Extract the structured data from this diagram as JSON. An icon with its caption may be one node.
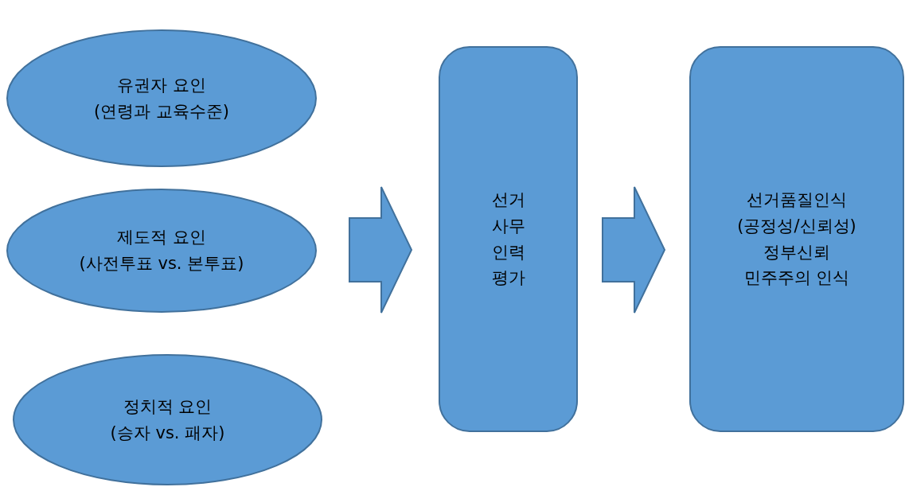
{
  "diagram": {
    "nodes": [
      {
        "text": [
          "유권자 요인",
          "(연령과 교육수준)"
        ]
      },
      {
        "text": [
          "제도적 요인",
          "(사전투표 vs. 본투표)"
        ]
      },
      {
        "text": [
          "정치적 요인",
          "(승자 vs. 패자)"
        ]
      },
      {
        "text": [
          "선거 사무 인력 평가"
        ]
      },
      {
        "text": [
          "선거품질인식 (공정성/신뢰성)",
          "정부신뢰",
          "민주주의 인식"
        ]
      }
    ],
    "edges": [
      {
        "from": 0,
        "to": 3,
        "arrow": "to"
      },
      {
        "from": 1,
        "to": 3,
        "arrow": "to"
      },
      {
        "from": 2,
        "to": 3,
        "arrow": "to"
      },
      {
        "from": 3,
        "to": 4,
        "arrow": "to"
      }
    ]
  }
}
